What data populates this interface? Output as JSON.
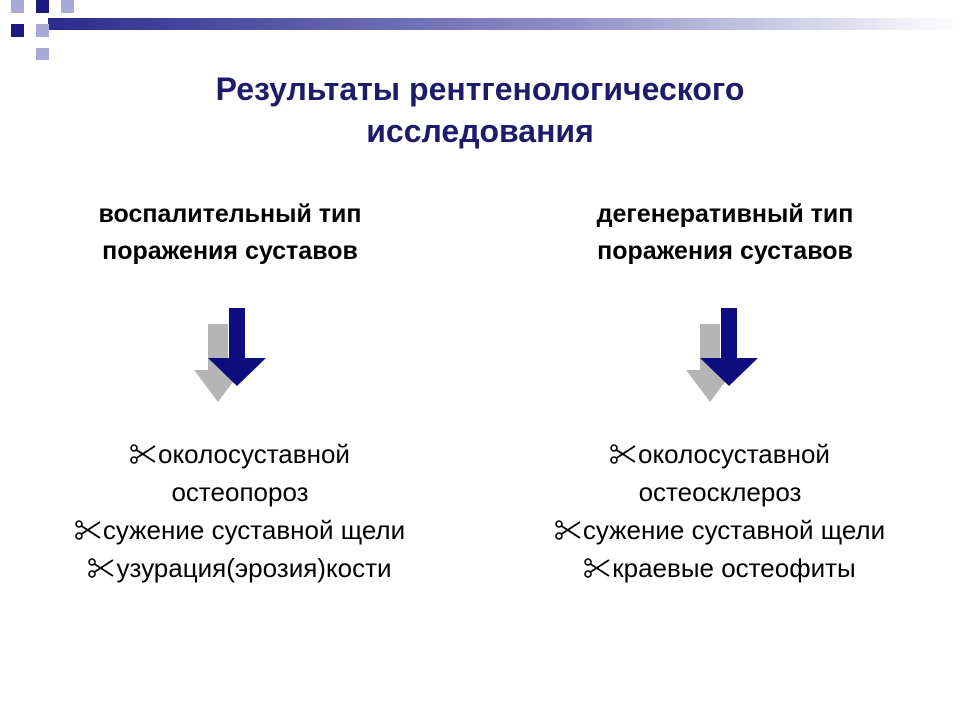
{
  "slide": {
    "title_line1": "Результаты рентгенологического",
    "title_line2": "исследования",
    "accent_color": "#1c1c6b",
    "arrow_color": "#0d0d80",
    "arrow_shadow_color": "#b5b5b5",
    "bullet_icon": "scissors-icon",
    "left": {
      "heading_line1": "воспалительный тип",
      "heading_line2": "поражения суставов",
      "items": [
        {
          "line1": "околосуставной",
          "line2": "остеопороз"
        },
        {
          "line1": "сужение суставной щели"
        },
        {
          "line1": "узурация(эрозия)кости"
        }
      ]
    },
    "right": {
      "heading_line1": "дегенеративный тип",
      "heading_line2": "поражения суставов",
      "items": [
        {
          "line1": "околосуставной",
          "line2": "остеосклероз"
        },
        {
          "line1": "сужение суставной щели"
        },
        {
          "line1": "краевые остеофиты"
        }
      ]
    }
  }
}
